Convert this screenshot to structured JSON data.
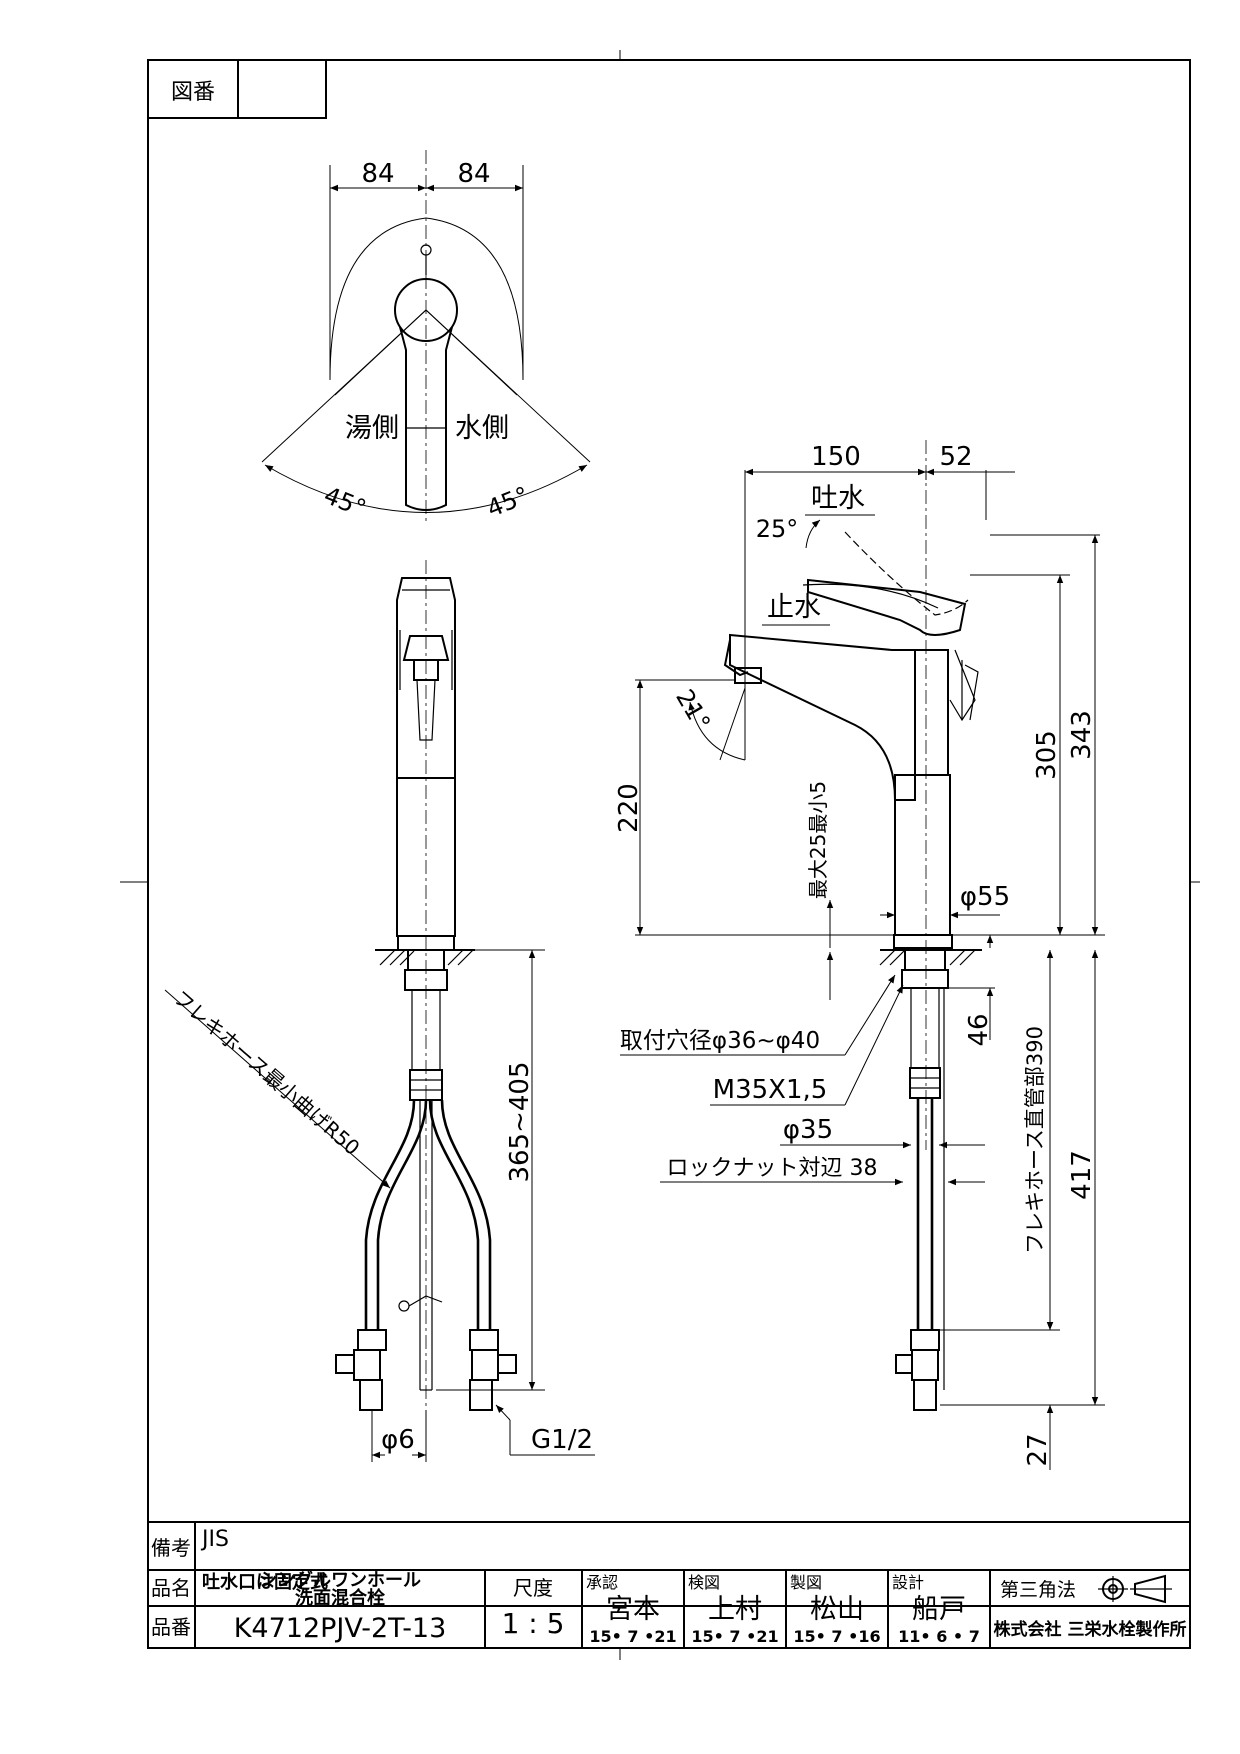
{
  "title_box": {
    "label": "図番",
    "value": ""
  },
  "top_view": {
    "dim_left": "84",
    "dim_right": "84",
    "label_hot": "湯側",
    "label_cold": "水側",
    "angle_left": "45°",
    "angle_right": "45°"
  },
  "front_view": {
    "dim_height": "365~405",
    "hose_bend": "フレキホース最小曲げR50",
    "dia_hose": "φ6",
    "thread": "G1/2"
  },
  "side_view": {
    "dim_150": "150",
    "dim_52": "52",
    "label_spout_open": "吐水",
    "angle_25": "25°",
    "label_spout_stop": "止水",
    "angle_21": "21°",
    "dim_220": "220",
    "counter_thickness": "最大25最小5",
    "dim_305": "305",
    "dim_343": "343",
    "dia_55": "φ55",
    "dim_46": "46",
    "mount_hole": "取付穴径φ36~φ40",
    "thread_m35": "M35X1,5",
    "dia_35": "φ35",
    "locknut": "ロックナット対辺 38",
    "hose_straight": "フレキホース直管部390",
    "dim_417": "417",
    "dim_27": "27"
  },
  "title_block": {
    "remarks_label": "備考",
    "remarks": [
      "JIS",
      "吐水口は固定式"
    ],
    "name_label": "品名",
    "name_line1": "シングルワンホール",
    "name_line2": "洗面混合栓",
    "number_label": "品番",
    "number": "K4712PJV-2T-13",
    "scale_label": "尺度",
    "scale": "1 : 5",
    "approved_label": "承認",
    "approved_name": "宮本",
    "approved_date": "15• 7 •21",
    "checked_label": "検図",
    "checked_name": "上村",
    "checked_date": "15• 7 •21",
    "drawn_label": "製図",
    "drawn_name": "松山",
    "drawn_date": "15• 7 •16",
    "design_label": "設計",
    "design_name": "船戸",
    "design_date": "11• 6 • 7",
    "projection": "第三角法",
    "company": "株式会社 三栄水栓製作所"
  }
}
